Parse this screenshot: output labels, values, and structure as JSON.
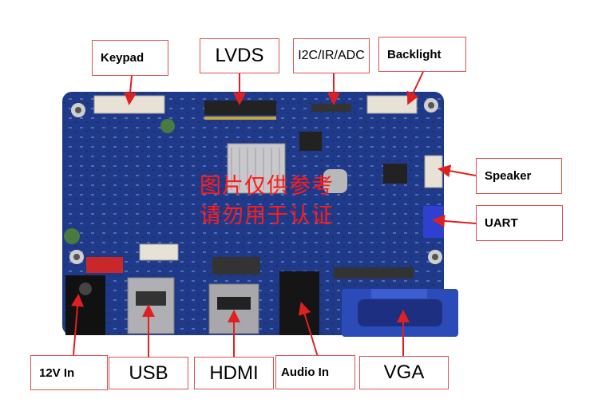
{
  "labels": {
    "keypad": "Keypad",
    "lvds": "LVDS",
    "i2c": "I2C/IR/ADC",
    "backlight": "Backlight",
    "speaker": "Speaker",
    "uart": "UART",
    "power": "12V In",
    "usb": "USB",
    "hdmi": "HDMI",
    "audio": "Audio In",
    "vga": "VGA"
  },
  "watermark": {
    "line1": "图片仅供参考",
    "line2": "请勿用于认证"
  },
  "colors": {
    "pcb": "#1f3a8a",
    "arrow": "#e02020",
    "label_border": "#e05050",
    "vga": "#2b4bb8"
  }
}
